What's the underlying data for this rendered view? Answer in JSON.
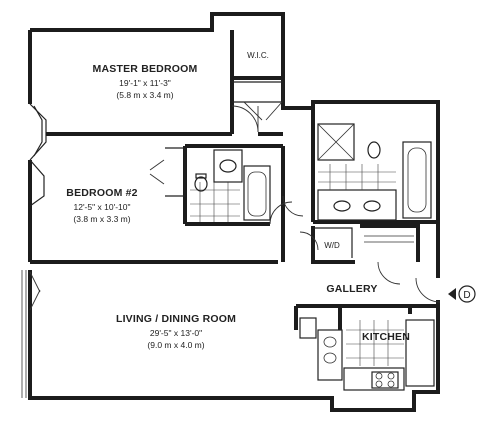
{
  "rooms": {
    "master_bedroom": {
      "name": "MASTER BEDROOM",
      "dim_imperial": "19'-1\" x 11'-3\"",
      "dim_metric": "(5.8 m x 3.4 m)"
    },
    "bedroom2": {
      "name": "BEDROOM #2",
      "dim_imperial": "12'-5\" x 10'-10\"",
      "dim_metric": "(3.8 m x 3.3 m)"
    },
    "living_dining": {
      "name": "LIVING / DINING ROOM",
      "dim_imperial": "29'-5\" x 13'-0\"",
      "dim_metric": "(9.0 m x 4.0 m)"
    },
    "gallery": {
      "name": "GALLERY"
    },
    "kitchen": {
      "name": "KITCHEN"
    }
  },
  "labels": {
    "walk_in_closet": "W.I.C.",
    "washer_dryer": "W/D",
    "unit_marker": "D"
  }
}
